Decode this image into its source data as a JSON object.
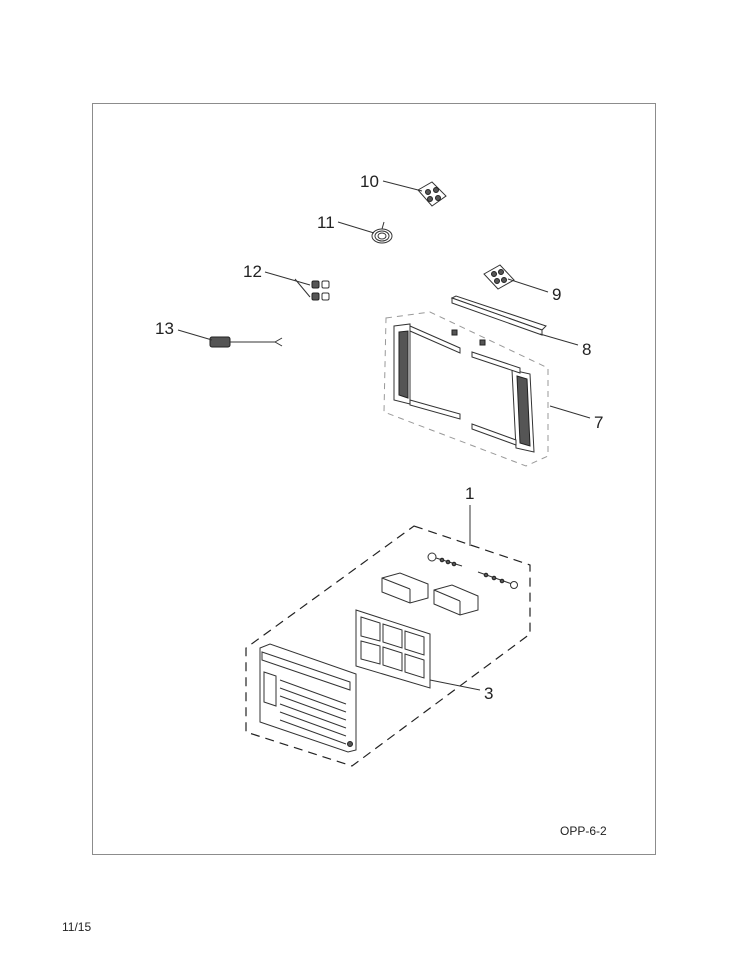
{
  "diagram": {
    "callouts": [
      {
        "id": "10",
        "label": "10"
      },
      {
        "id": "11",
        "label": "11"
      },
      {
        "id": "12",
        "label": "12"
      },
      {
        "id": "9",
        "label": "9"
      },
      {
        "id": "13",
        "label": "13"
      },
      {
        "id": "8",
        "label": "8"
      },
      {
        "id": "7",
        "label": "7"
      },
      {
        "id": "1",
        "label": "1"
      },
      {
        "id": "3",
        "label": "3"
      }
    ],
    "drawing_code": "OPP-6-2"
  },
  "footer": {
    "page": "11/15"
  }
}
